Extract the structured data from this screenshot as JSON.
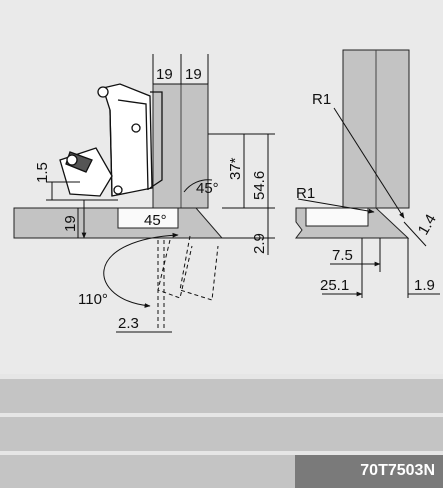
{
  "drawing": {
    "dims_left": {
      "top_left_width": "19",
      "top_right_width": "19",
      "gap_height": "1.5",
      "door_thickness": "19",
      "angle_upper": "45°",
      "angle_lower": "45°",
      "overlay_starred": "37*",
      "overlay_total": "54.6",
      "clearance": "2.9",
      "opening_angle": "110°",
      "swing_offset": "2.3"
    },
    "dims_right": {
      "radius_upper": "R1",
      "radius_lower": "R1",
      "edge_1": "1.4",
      "edge_2": "1.9",
      "drill_distance": "7.5",
      "overall_distance": "25.1"
    }
  },
  "bands": {
    "product_code": "70T7503N"
  }
}
